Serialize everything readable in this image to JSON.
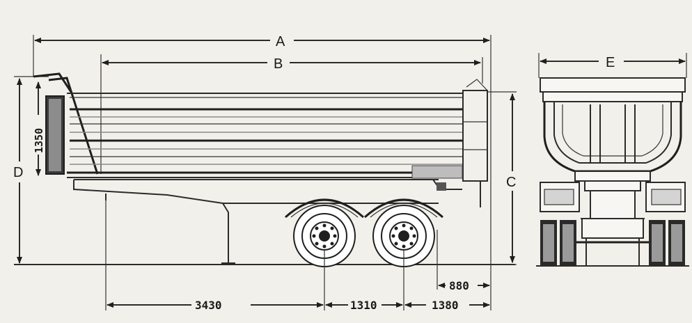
{
  "labels": {
    "a": "A",
    "b": "B",
    "c": "C",
    "d": "D",
    "e": "E"
  },
  "dimensions": {
    "wall_height": "1350",
    "kingpin_to_axle": "3430",
    "axle_spacing": "1310",
    "rear_axle_to_end": "1380",
    "rear_overhang": "880"
  },
  "colors": {
    "background": "#f2f0ea",
    "line": "#1f1f1f"
  }
}
